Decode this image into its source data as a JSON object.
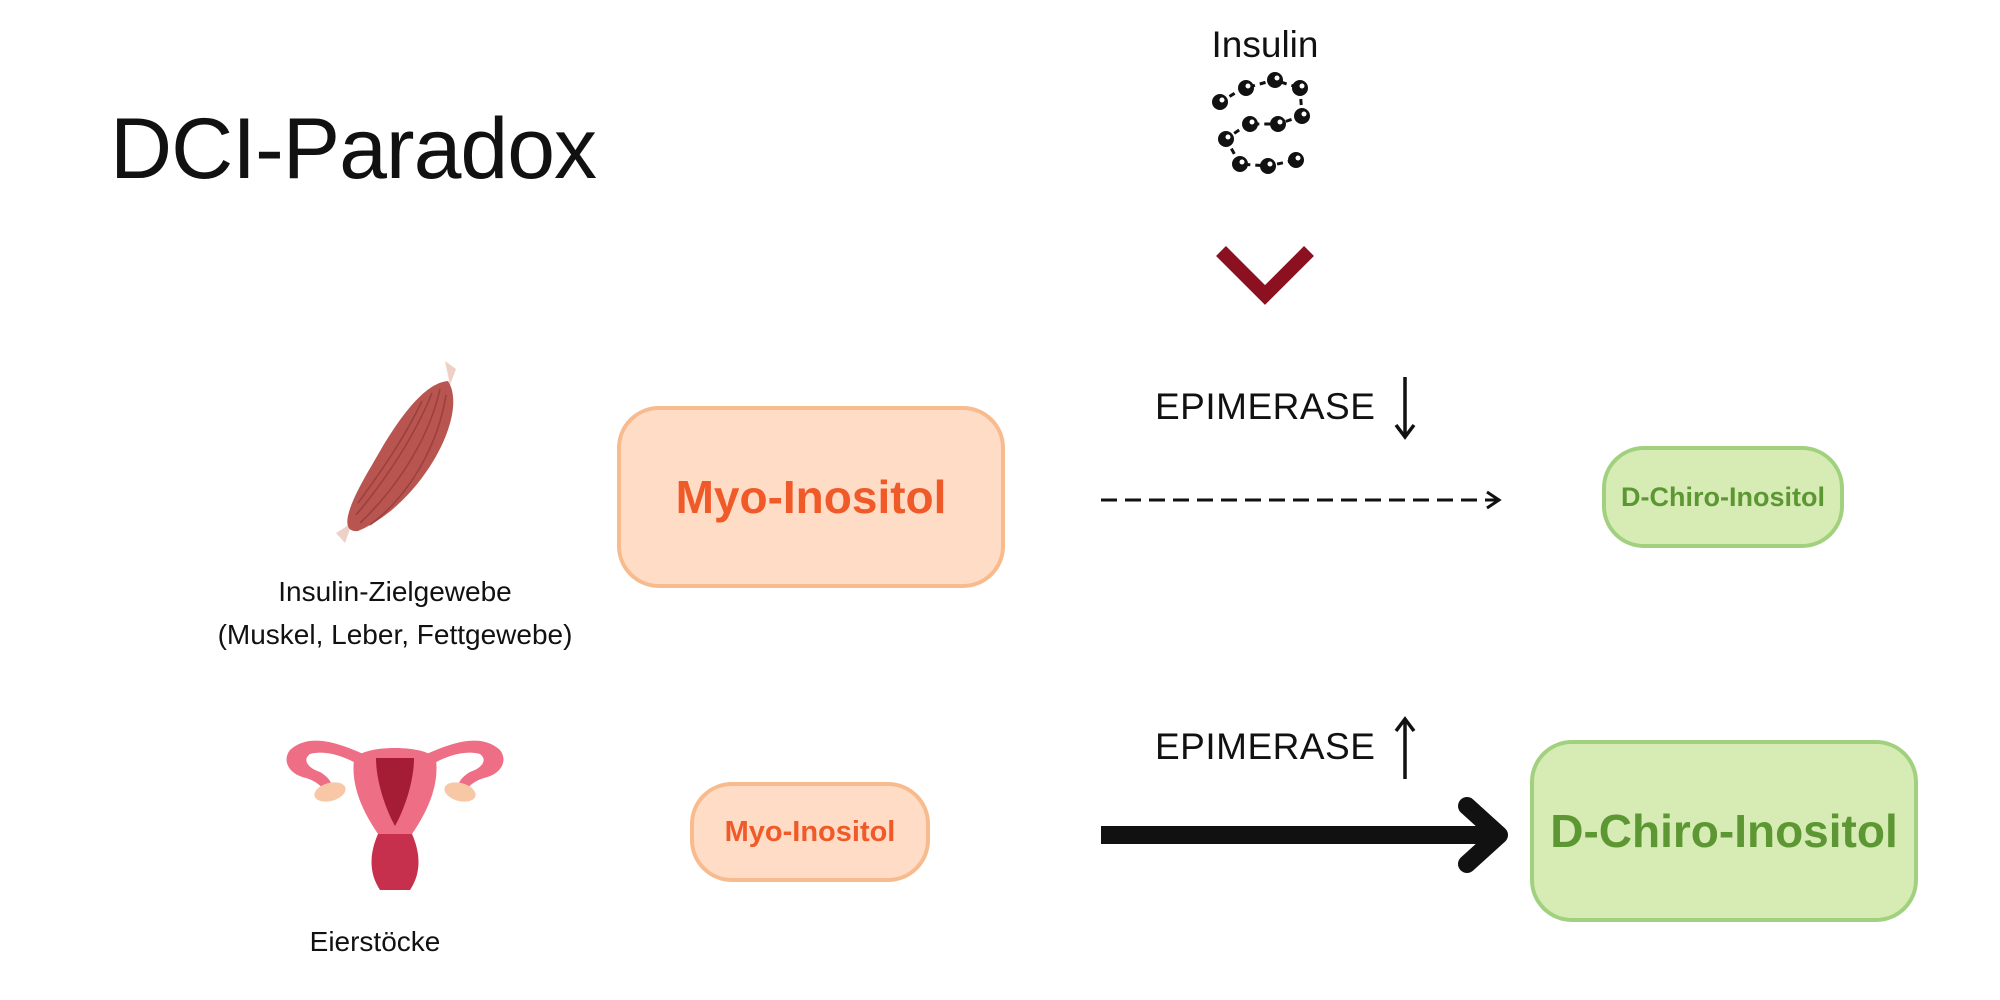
{
  "title": "DCI-Paradox",
  "insulin": {
    "label": "Insulin",
    "icon": "insulin-molecule-icon",
    "chevron_icon": "chevron-down-icon",
    "chevron_color": "#8b1020"
  },
  "rows": [
    {
      "tissue_label_line1": "Insulin-Zielgewebe",
      "tissue_label_line2": "(Muskel, Leber, Fettgewebe)",
      "tissue_icon": "muscle-icon",
      "source_label": "Myo-Inositol",
      "enzyme_label": "EPIMERASE",
      "enzyme_trend": "down",
      "conversion_style": "dashed",
      "product_label": "D-Chiro-Inositol"
    },
    {
      "tissue_label_line1": "Eierstöcke",
      "tissue_icon": "ovary-uterus-icon",
      "source_label": "Myo-Inositol",
      "enzyme_label": "EPIMERASE",
      "enzyme_trend": "up",
      "conversion_style": "solid",
      "product_label": "D-Chiro-Inositol"
    }
  ],
  "colors": {
    "myo_fill": "#fedcc6",
    "myo_border": "#f8bb8d",
    "myo_text": "#f05a28",
    "dci_fill": "#d6ecb4",
    "dci_border": "#a1d17e",
    "dci_text": "#5d9733"
  }
}
